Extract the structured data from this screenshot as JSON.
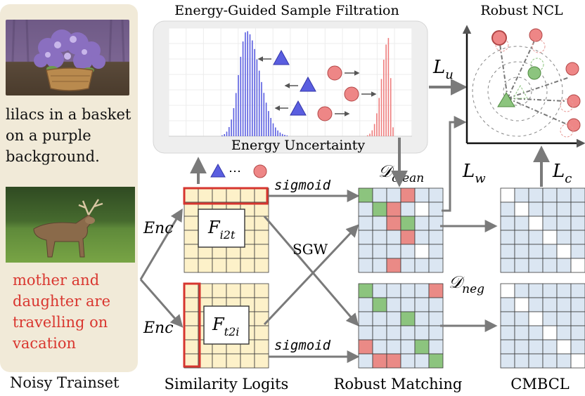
{
  "left_panel": {
    "caption_clean": [
      "lilacs in a basket",
      "on a purple",
      "background."
    ],
    "caption_noisy": [
      "mother and",
      "daughter are",
      "travelling on",
      "vacation"
    ],
    "footer": "Noisy Trainset",
    "image_lilac_alt": "lilac basket photo",
    "image_deer_alt": "deer photo"
  },
  "filtration": {
    "title": "Energy-Guided Sample Filtration",
    "xlabel": "Energy Uncertainty"
  },
  "encoder": {
    "enc_top": "Enc",
    "enc_bottom": "Enc"
  },
  "logits": {
    "f_i2t_base": "F",
    "f_i2t_sub": "i2t",
    "f_t2i_base": "F",
    "f_t2i_sub": "t2i",
    "footer": "Similarity Logits",
    "ellipsis": "⋯"
  },
  "edges": {
    "sigmoid_top": "sigmoid",
    "sigmoid_bottom": "sigmoid",
    "sgw": "SGW"
  },
  "matching": {
    "d_clean_base": "𝒟",
    "d_clean_sub": "clean",
    "d_neg_base": "𝒟",
    "d_neg_sub": "neg",
    "footer": "Robust Matching"
  },
  "losses": {
    "lu_base": "L",
    "lu_sub": "u",
    "lw_base": "L",
    "lw_sub": "w",
    "lc_base": "L",
    "lc_sub": "c"
  },
  "ncl": {
    "title": "Robust NCL"
  },
  "cmbcl": {
    "footer": "CMBCL"
  },
  "colors": {
    "yellow": "#fdf1c9",
    "blue_cell": "#dbe6f2",
    "green_cell": "#8cc47e",
    "red_cell": "#ea8a86",
    "red_frame": "#d6352f",
    "triangle": "#5a5ee0",
    "circle": "#ee8686",
    "noisy_text": "#d9362f",
    "panel_bg": "#f1ead8"
  }
}
